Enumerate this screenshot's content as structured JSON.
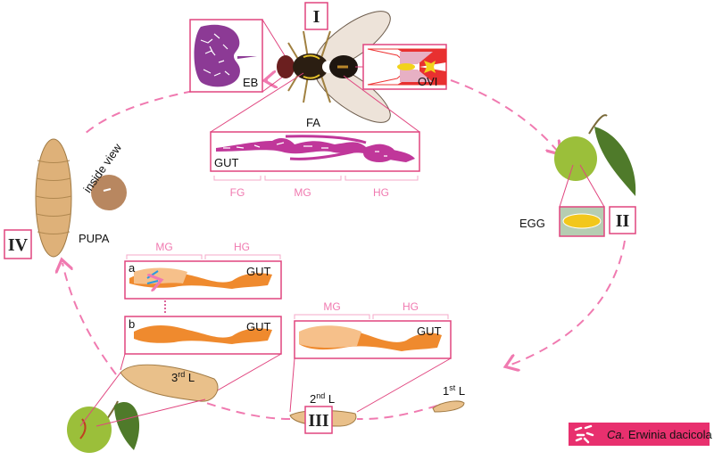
{
  "stages": {
    "I": "I",
    "II": "II",
    "III": "III",
    "IV": "IV"
  },
  "adult": {
    "fly_label": "FA",
    "eb_label": "EB",
    "ovi_label": "OVI",
    "gut_label": "GUT",
    "segments": [
      "FG",
      "MG",
      "HG"
    ]
  },
  "egg": {
    "label": "EGG"
  },
  "pupa": {
    "label": "PUPA",
    "inside_view": "inside view"
  },
  "third_larva": {
    "label": "3",
    "sup": "rd",
    "suffix": " L",
    "segments": [
      "MG",
      "HG"
    ],
    "gut_a": {
      "letter": "a",
      "label": "GUT"
    },
    "gut_b": {
      "letter": "b",
      "label": "GUT"
    }
  },
  "second_larva": {
    "label": "2",
    "sup": "nd",
    "suffix": " L",
    "segments": [
      "MG",
      "HG"
    ],
    "gut_label": "GUT"
  },
  "first_larva": {
    "label": "1",
    "sup": "st",
    "suffix": " L"
  },
  "legend": {
    "italic": "Ca.",
    "text": " Erwinia dacicola",
    "color": "#e8306e"
  },
  "colors": {
    "cycle": "#f07ab0",
    "box": "#e0457f",
    "adult_gut": "#c0379a",
    "larva_gut": "#ef8a2e",
    "larva_body": "#e9c08a",
    "olive": "#9bbf3a"
  }
}
